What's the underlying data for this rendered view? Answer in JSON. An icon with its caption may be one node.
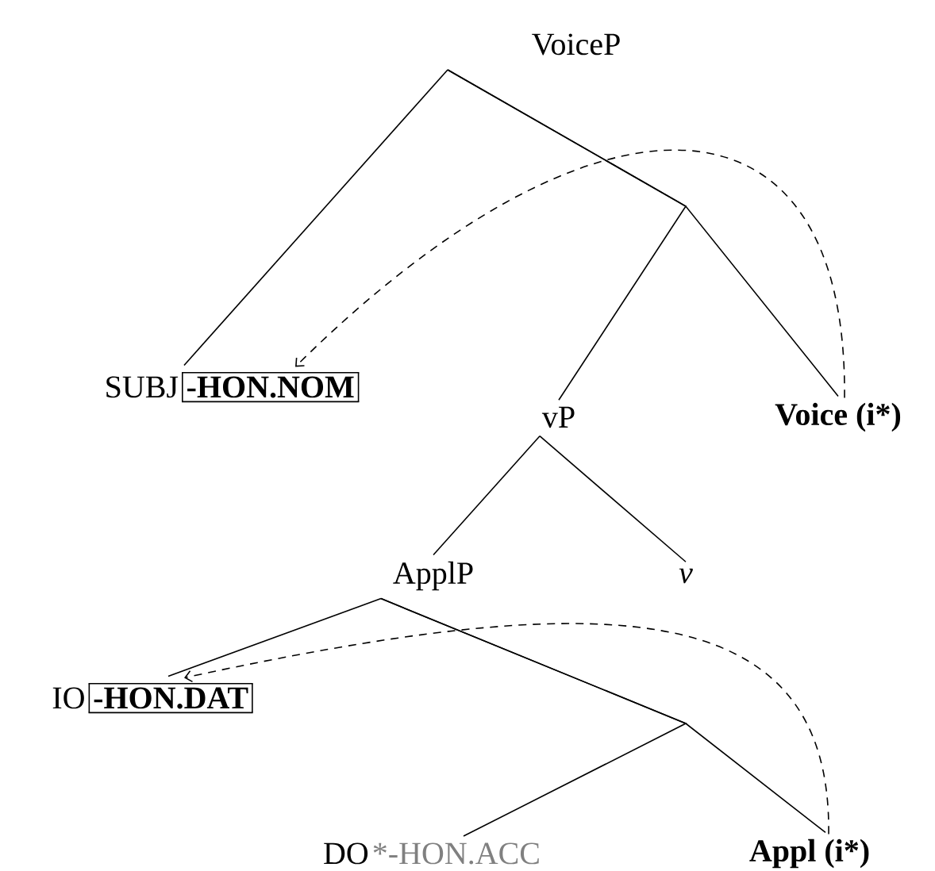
{
  "diagram": {
    "nodes": [
      {
        "text": [
          "VoiceP"
        ]
      },
      {
        "text": [
          "SUBJ",
          "-HON.NOM"
        ]
      },
      {
        "text": [
          "vP"
        ]
      },
      {
        "text": [
          "Voice (i*)"
        ]
      },
      {
        "text": [
          "ApplP"
        ]
      },
      {
        "text": [
          "v"
        ]
      },
      {
        "text": [
          "IO",
          "-HON.DAT"
        ]
      },
      {
        "text": [
          "DO",
          "*-HON.ACC"
        ]
      },
      {
        "text": [
          "Appl (i*)"
        ]
      }
    ],
    "edges": [
      {
        "from": 0,
        "to": 1,
        "arrow": "none"
      },
      {
        "from": 0,
        "to": 2,
        "arrow": "none"
      },
      {
        "from": 0,
        "to": 3,
        "arrow": "none"
      },
      {
        "from": 2,
        "to": 4,
        "arrow": "none"
      },
      {
        "from": 2,
        "to": 5,
        "arrow": "none"
      },
      {
        "from": 4,
        "to": 6,
        "arrow": "none"
      },
      {
        "from": 4,
        "to": 7,
        "arrow": "none"
      },
      {
        "from": 4,
        "to": 8,
        "arrow": "none"
      },
      {
        "from": 3,
        "to": 1,
        "arrow": "to",
        "style": "dashed"
      },
      {
        "from": 8,
        "to": 6,
        "arrow": "to",
        "style": "dashed"
      }
    ]
  }
}
